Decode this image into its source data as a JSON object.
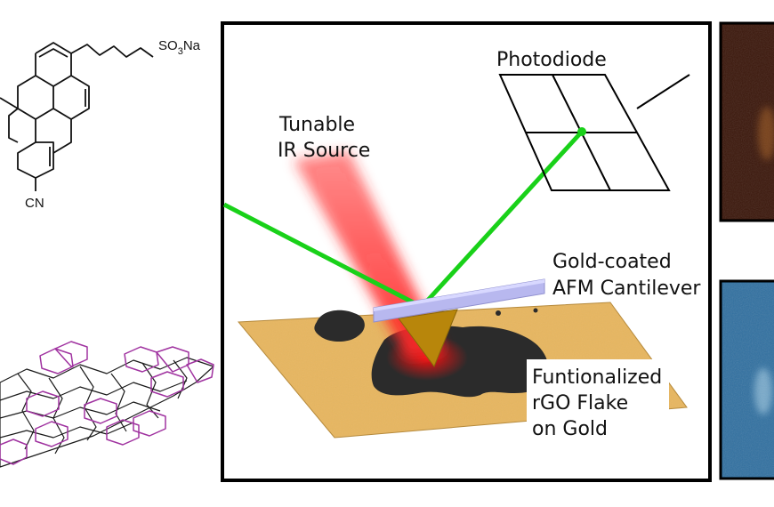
{
  "molecule": {
    "substituent_label": "SO",
    "substituent_subscript": "3",
    "substituent_suffix": "Na",
    "cyano_label": "CN"
  },
  "setup": {
    "photodiode_label": "Photodiode",
    "ir_source_line1": "Tunable",
    "ir_source_line2": "IR Source",
    "cantilever_line1": "Gold-coated",
    "cantilever_line2": "AFM Cantilever",
    "flake_line1": "Funtionalized",
    "flake_line2": "rGO Flake",
    "flake_line3": "on Gold"
  },
  "colors": {
    "laser": "#19d119",
    "ir_beam": "#ff2a2a",
    "substrate": "#e7b660",
    "flake": "#2b2b2b",
    "cantilever": "#b8b8ef",
    "tip": "#b8860b",
    "pyrene_overlay": "#a033a0",
    "panel_top_right": "#3a160a",
    "panel_bottom_right": "#2f6fa0"
  }
}
